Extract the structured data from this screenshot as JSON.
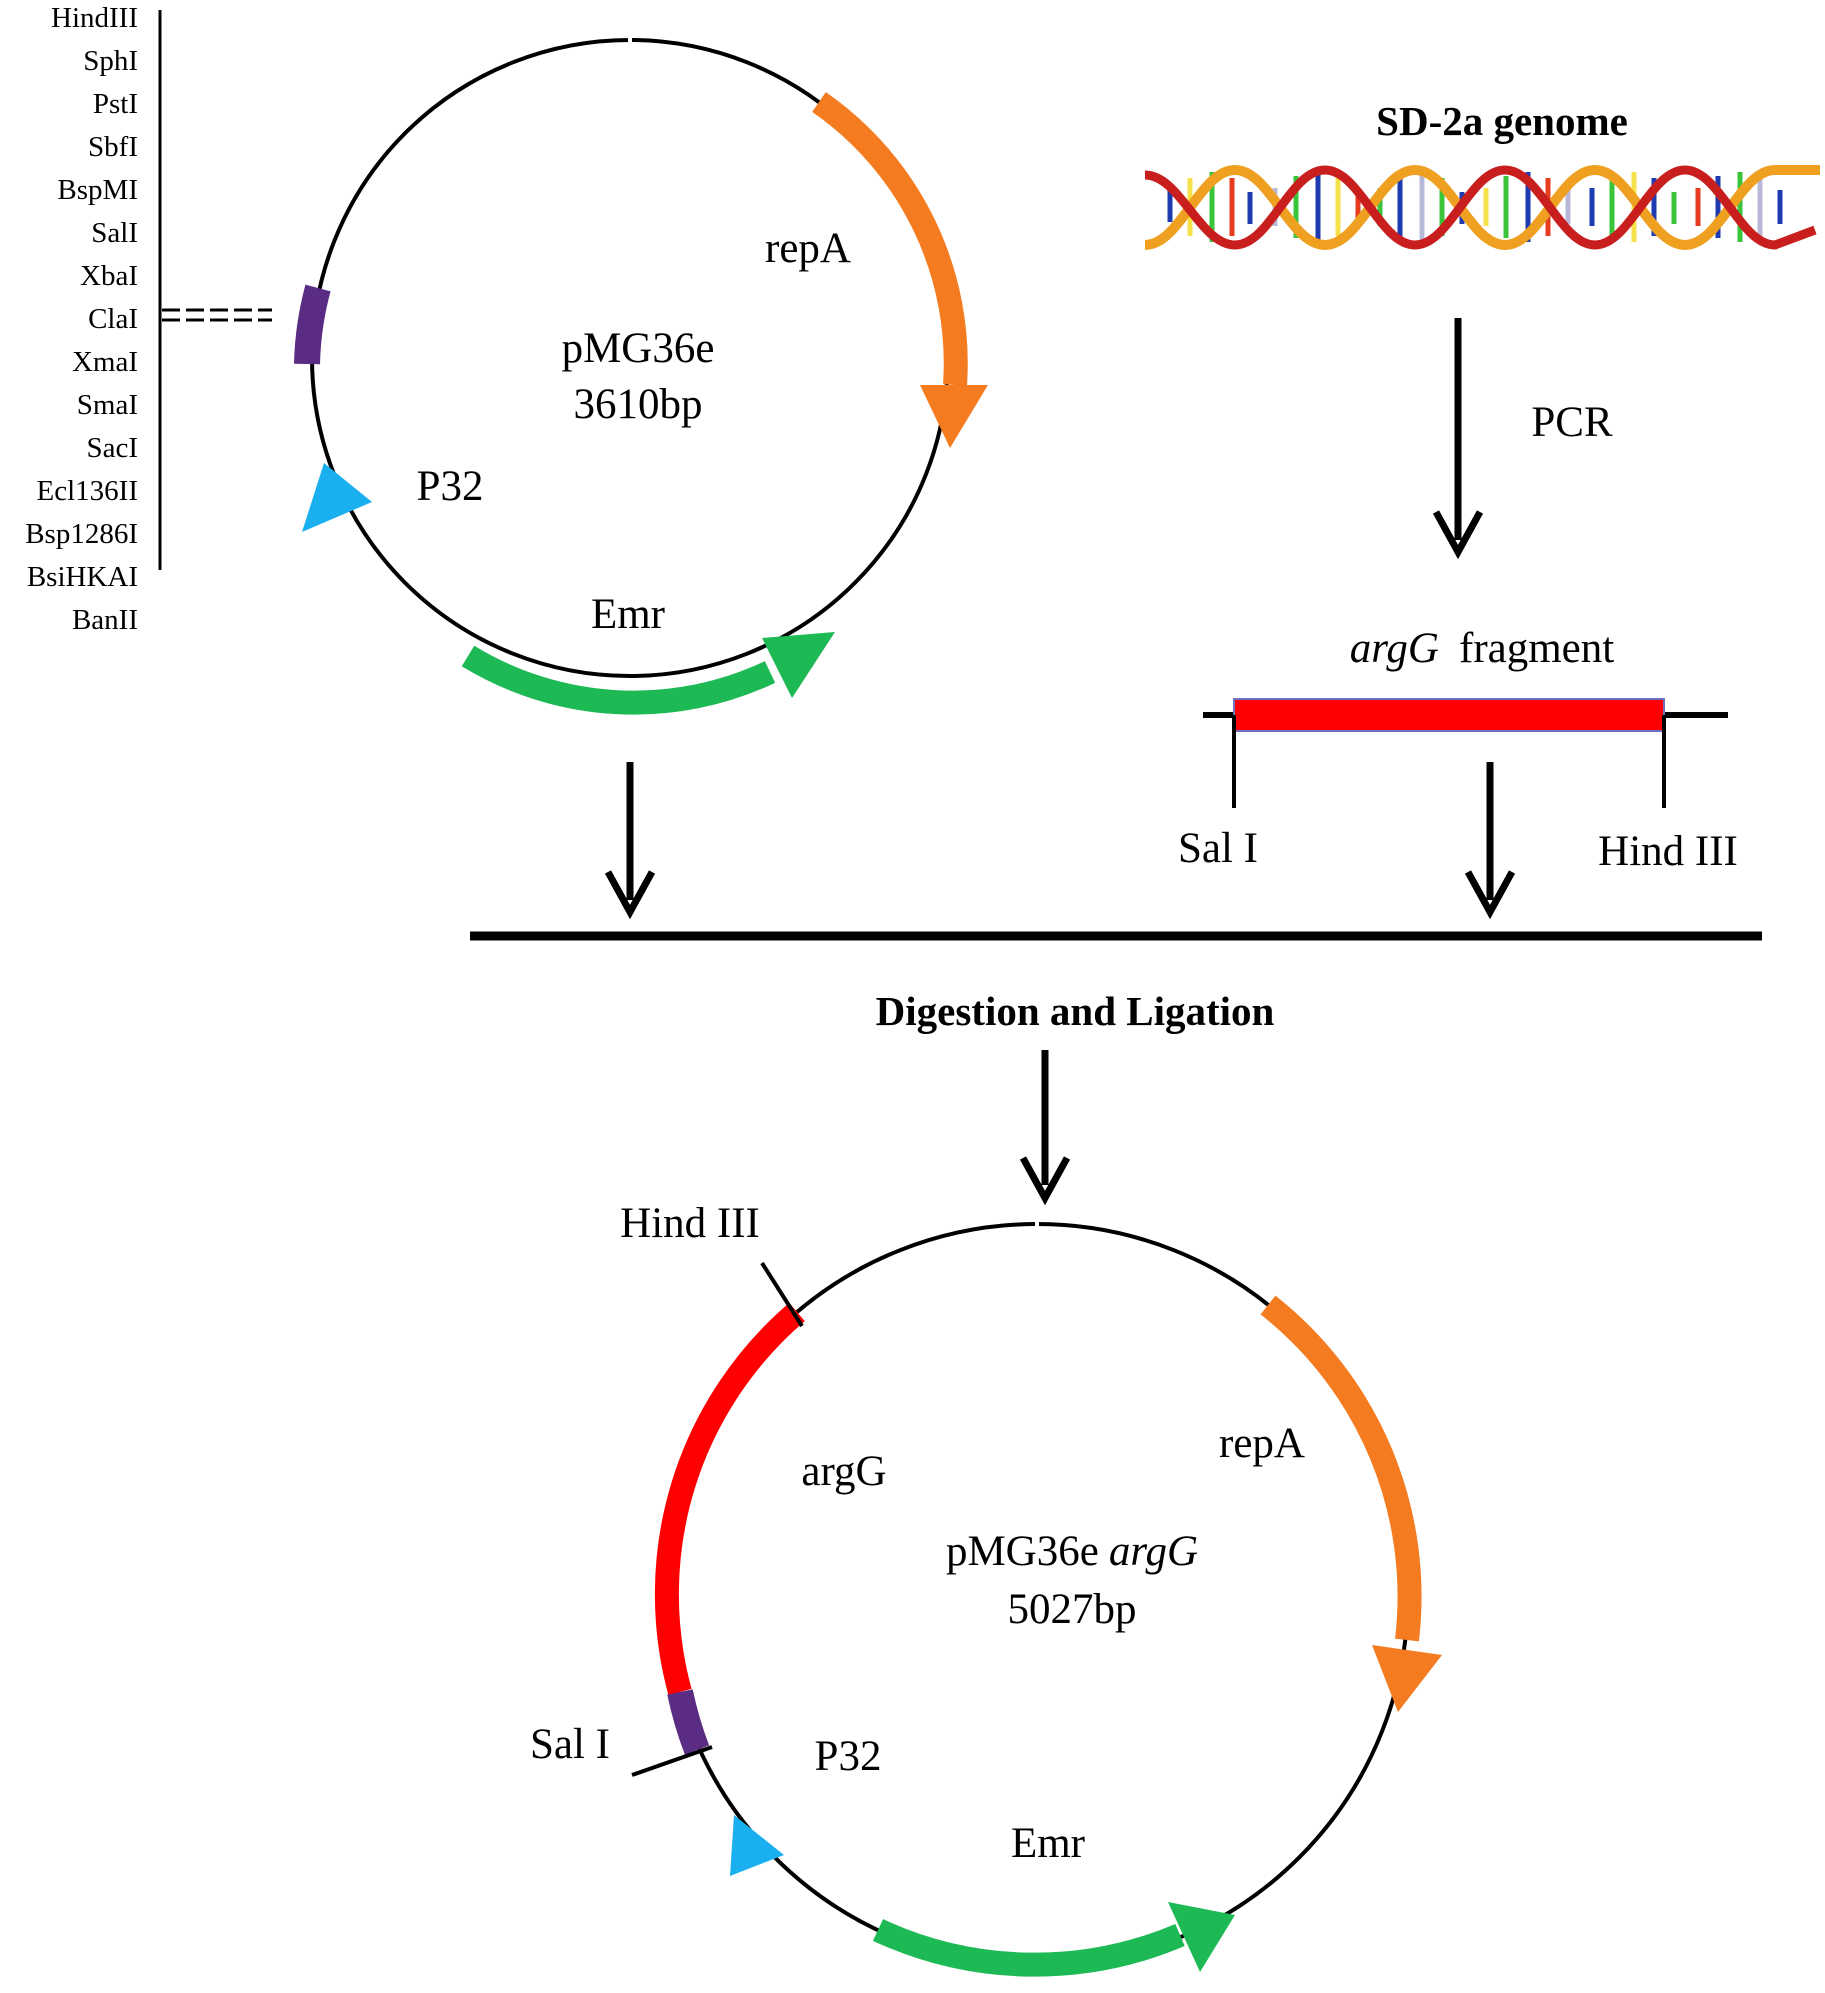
{
  "colors": {
    "ink": "#000000",
    "repA": "#f47b20",
    "emr": "#1db954",
    "p32": "#1ab0f0",
    "mcs": "#5b2c83",
    "argG": "#ff0000",
    "fragment_border": "#7070c0"
  },
  "mcs_sites": [
    "HindIII",
    "SphI",
    "PstI",
    "SbfI",
    "BspMI",
    "SalI",
    "XbaI",
    "ClaI",
    "XmaI",
    "SmaI",
    "SacI",
    "Ecl136II",
    "Bsp1286I",
    "BsiHKAI",
    "BanII"
  ],
  "plasmid_top": {
    "name": "pMG36e",
    "size": "3610bp",
    "labels": {
      "repA": "repA",
      "emr": "Emr",
      "p32": "P32"
    }
  },
  "genome": {
    "title": "SD-2a genome"
  },
  "pcr": {
    "label": "PCR"
  },
  "fragment": {
    "name_italic": "argG",
    "name_rest": "fragment",
    "site_left": "Sal I",
    "site_right": "Hind III"
  },
  "step": {
    "label": "Digestion and Ligation"
  },
  "plasmid_bottom": {
    "name": "pMG36e",
    "name_italic": "argG",
    "size": "5027bp",
    "labels": {
      "repA": "repA",
      "emr": "Emr",
      "p32": "P32",
      "argG": "argG",
      "hind": "Hind III",
      "sal": "Sal I"
    }
  }
}
